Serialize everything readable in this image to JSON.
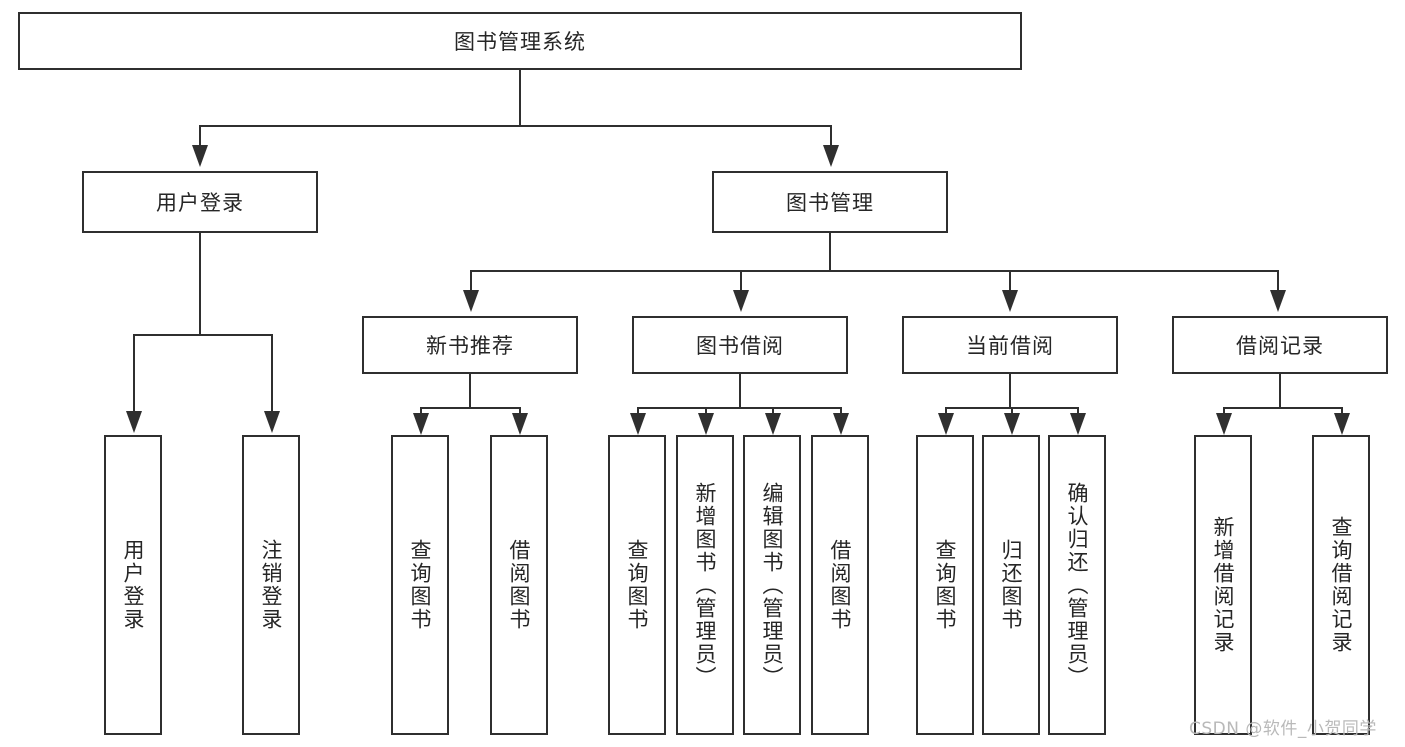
{
  "diagram": {
    "type": "tree-hierarchy",
    "title": "图书管理系统",
    "root": {
      "label": "图书管理系统"
    },
    "level1": [
      {
        "label": "用户登录"
      },
      {
        "label": "图书管理"
      }
    ],
    "level2": [
      {
        "label": "新书推荐",
        "parent": "图书管理"
      },
      {
        "label": "图书借阅",
        "parent": "图书管理"
      },
      {
        "label": "当前借阅",
        "parent": "图书管理"
      },
      {
        "label": "借阅记录",
        "parent": "图书管理"
      }
    ],
    "leaves": {
      "user_login": [
        {
          "label": "用户登录"
        },
        {
          "label": "注销登录"
        }
      ],
      "new_book_rec": [
        {
          "label": "查询图书"
        },
        {
          "label": "借阅图书"
        }
      ],
      "book_borrow": [
        {
          "label": "查询图书"
        },
        {
          "label": "新增图书（管理员）"
        },
        {
          "label": "编辑图书（管理员）"
        },
        {
          "label": "借阅图书"
        }
      ],
      "current_borrow": [
        {
          "label": "查询图书"
        },
        {
          "label": "归还图书"
        },
        {
          "label": "确认归还（管理员）"
        }
      ],
      "borrow_record": [
        {
          "label": "新增借阅记录"
        },
        {
          "label": "查询借阅记录"
        }
      ]
    }
  },
  "watermark": {
    "text": "CSDN @软件_小贺同学"
  },
  "colors": {
    "border": "#2f2f2f",
    "text": "#262626",
    "background": "#ffffff",
    "watermark": "#b9b9b9"
  }
}
